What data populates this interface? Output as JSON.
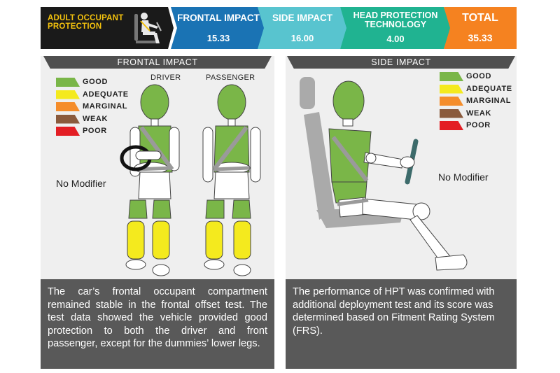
{
  "header": {
    "section_title": "ADULT OCCUPANT PROTECTION",
    "items": [
      {
        "label": "FRONTAL IMPACT",
        "value": "15.33"
      },
      {
        "label": "SIDE IMPACT",
        "value": "16.00"
      },
      {
        "label": "HEAD PROTECTION TECHNOLOGY",
        "value": "4.00"
      },
      {
        "label": "TOTAL",
        "value": "35.33"
      }
    ]
  },
  "colors": {
    "section": "#1a1a1a",
    "frontal": "#1a73b4",
    "side": "#58c4cf",
    "hpt": "#20b391",
    "total": "#f58220",
    "good": "#7ab648",
    "adequate": "#f4ea1e",
    "marginal": "#f58d2b",
    "weak": "#8a5a3c",
    "poor": "#e31e24"
  },
  "legend": [
    "GOOD",
    "ADEQUATE",
    "MARGINAL",
    "WEAK",
    "POOR"
  ],
  "frontal": {
    "title": "FRONTAL IMPACT",
    "driver_label": "DRIVER",
    "passenger_label": "PASSENGER",
    "modifier": "No Modifier",
    "description": "The car’s frontal occupant compartment remained stable in the frontal offset test. The test data showed the vehicle provided good protection to both the driver and front passenger, except for the dummies’ lower legs.",
    "driver_ratings": {
      "head": "good",
      "chest": "good",
      "upper_leg": "good",
      "lower_leg": "adequate"
    },
    "passenger_ratings": {
      "head": "good",
      "chest": "good",
      "upper_leg": "good",
      "lower_leg": "adequate"
    }
  },
  "side": {
    "title": "SIDE IMPACT",
    "modifier": "No Modifier",
    "description": "The performance of HPT was confirmed with additional deployment test and its score was determined based on Fitment Rating System (FRS).",
    "ratings": {
      "head": "good",
      "chest": "good",
      "abdomen": "good",
      "pelvis": "good"
    }
  }
}
